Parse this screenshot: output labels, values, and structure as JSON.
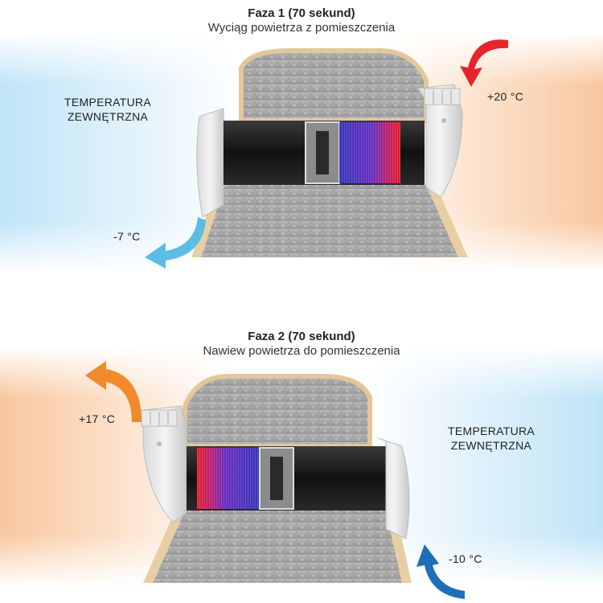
{
  "phase1": {
    "title": "Faza 1 (70 sekund)",
    "subtitle": "Wyciąg powietrza z pomieszczenia",
    "outside_label_line1": "TEMPERATURA",
    "outside_label_line2": "ZEWNĘTRZNA",
    "indoor_temp": "+20 °C",
    "outdoor_temp": "-7 °C"
  },
  "phase2": {
    "title": "Faza 2 (70 sekund)",
    "subtitle": "Nawiew powietrza do pomieszczenia",
    "outside_label_line1": "TEMPERATURA",
    "outside_label_line2": "ZEWNĘTRZNA",
    "indoor_temp": "+17 °C",
    "outdoor_temp": "-10 °C"
  },
  "colors": {
    "warm_arrow_phase1": "#e8242b",
    "cold_arrow_phase1": "#5bbce6",
    "warm_arrow_phase2": "#f08a2a",
    "cold_arrow_phase2": "#1e6fb8",
    "cold_background": "#bfe4f7",
    "warm_background": "#f8c79f"
  }
}
